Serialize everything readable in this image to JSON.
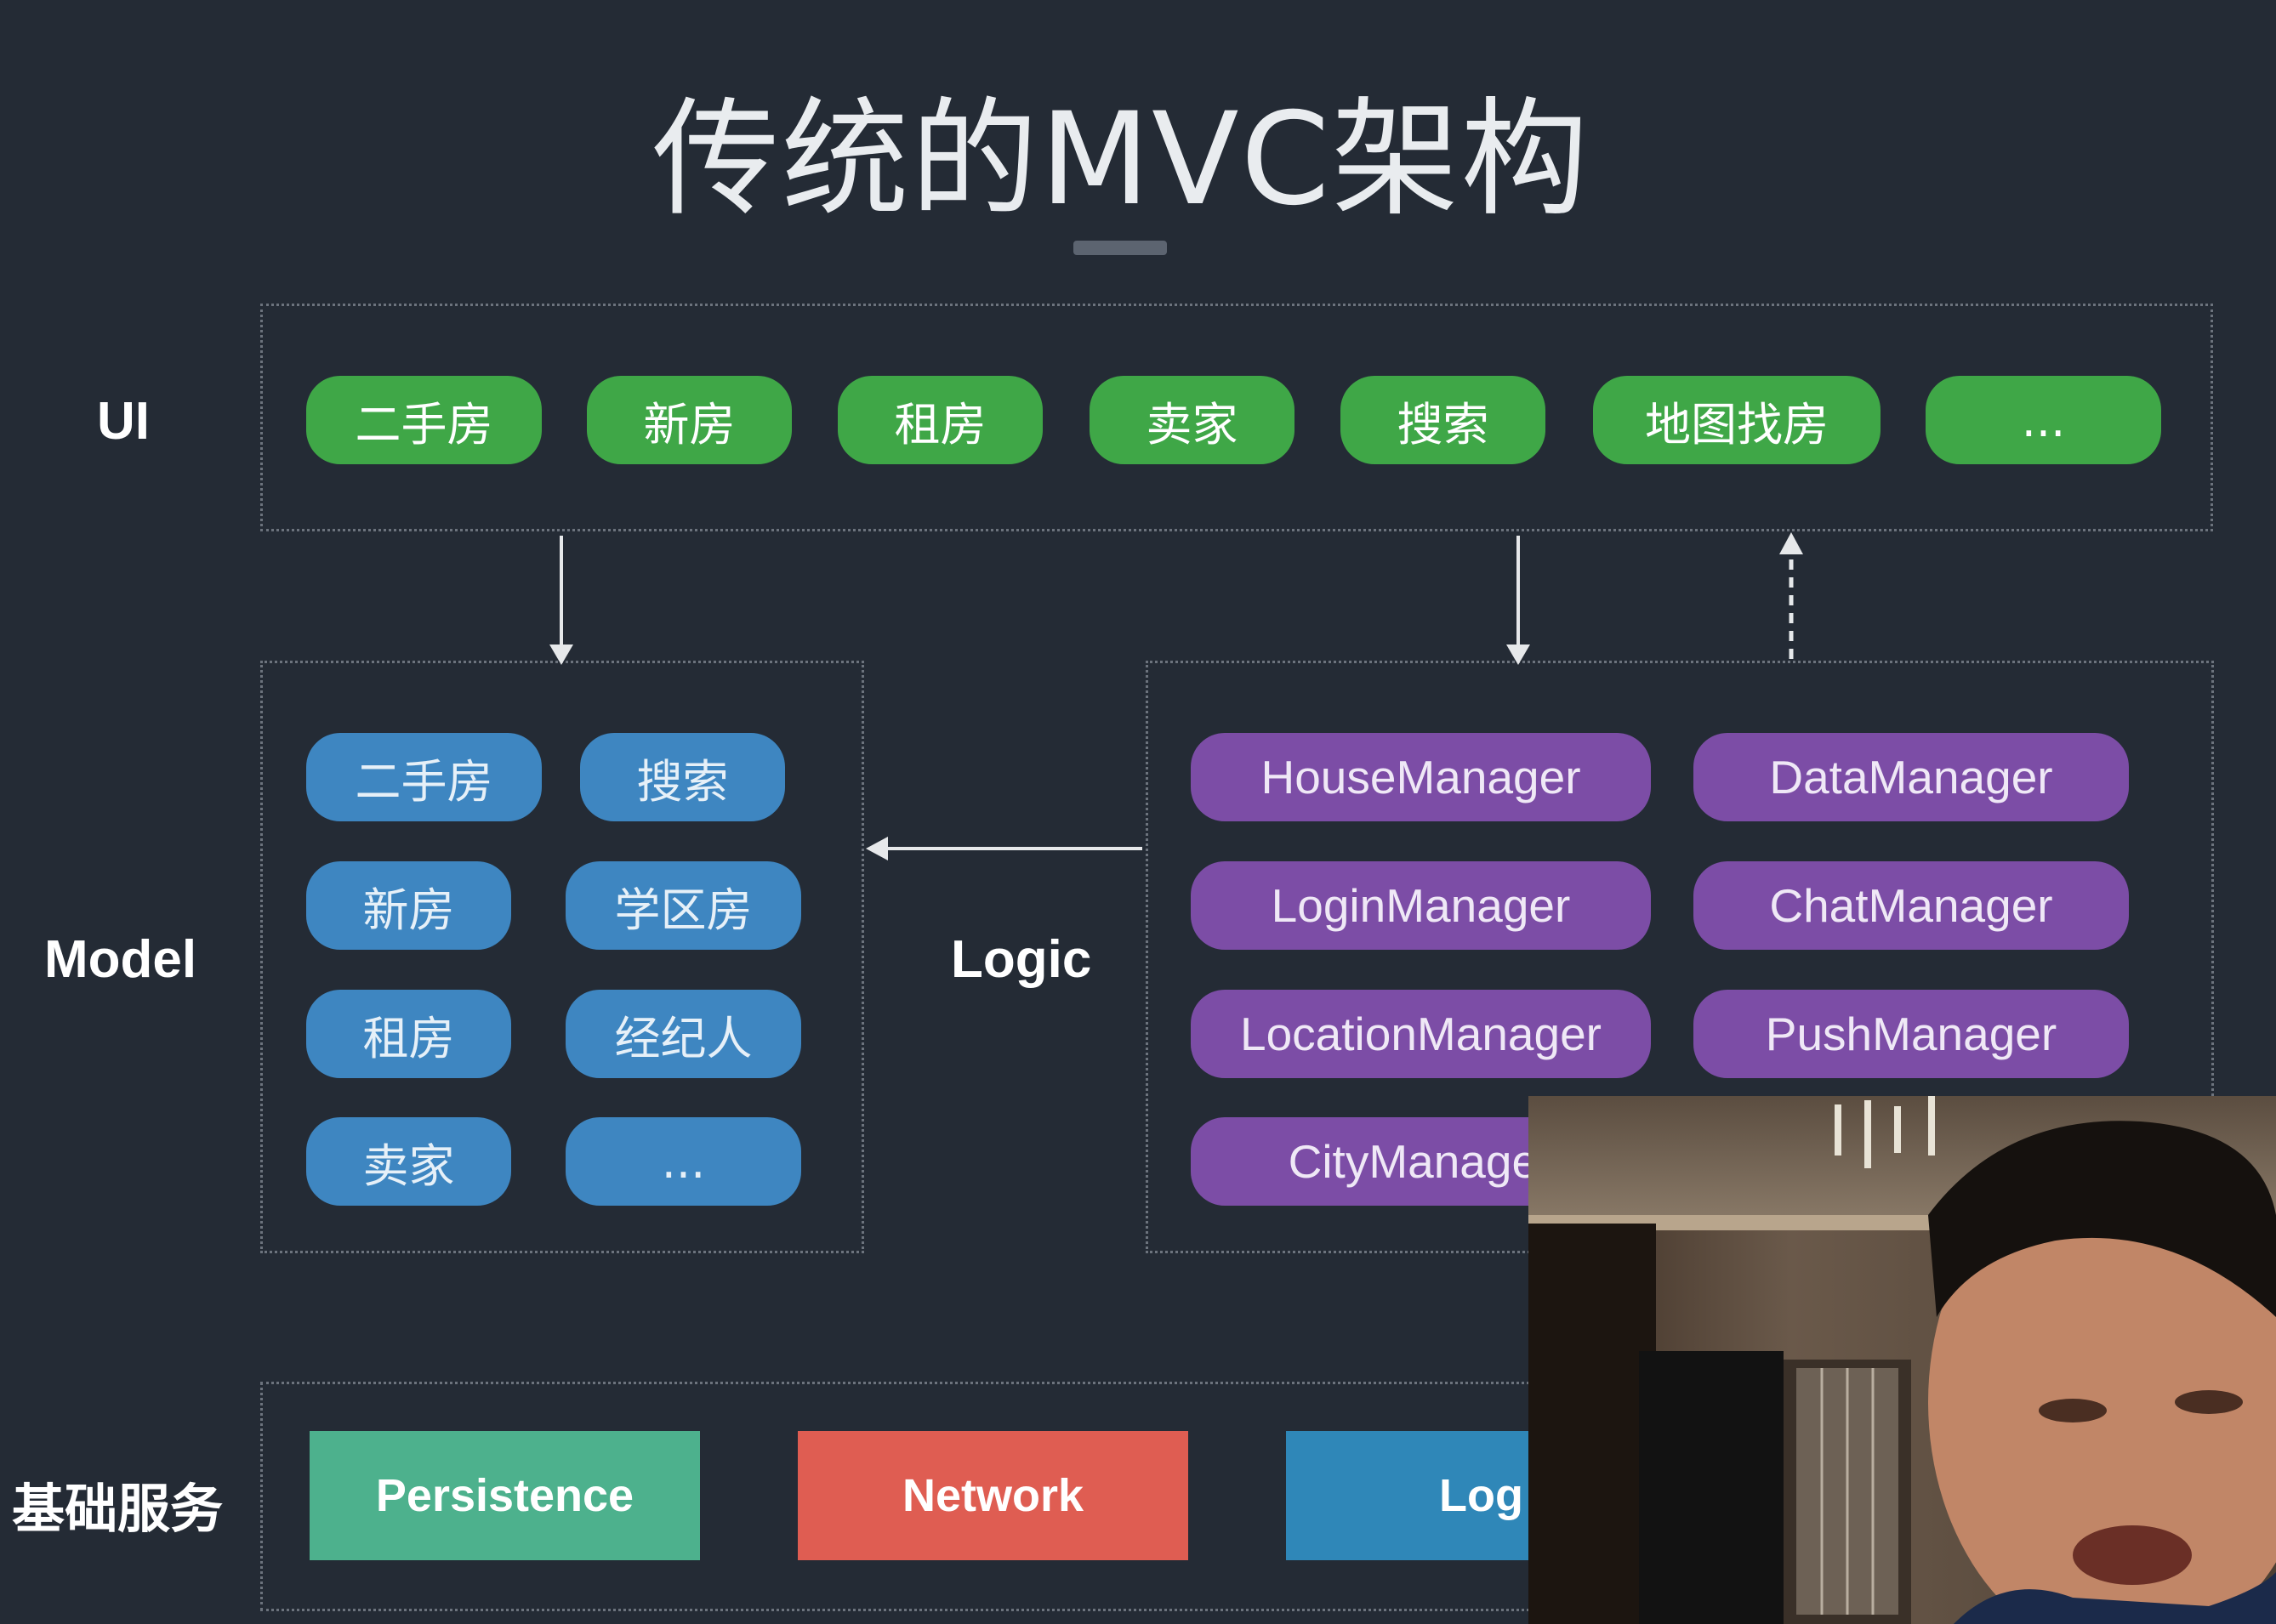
{
  "title": "传统的MVC架构",
  "layers": {
    "ui": "UI",
    "model": "Model",
    "logic": "Logic",
    "base": "基础服务"
  },
  "ui_modules": [
    "二手房",
    "新房",
    "租房",
    "卖家",
    "搜索",
    "地图找房",
    "..."
  ],
  "model_modules": [
    "二手房",
    "搜索",
    "新房",
    "学区房",
    "租房",
    "经纪人",
    "卖家",
    "..."
  ],
  "logic_managers": [
    "HouseManager",
    "DataManager",
    "LoginManager",
    "ChatManager",
    "LocationManager",
    "PushManager",
    "CityManager"
  ],
  "base_services": [
    {
      "label": "Persistence",
      "color": "#4db18d"
    },
    {
      "label": "Network",
      "color": "#df5d52"
    },
    {
      "label": "Log",
      "color": "#2f87b8"
    }
  ],
  "colors": {
    "background": "#242b35",
    "ui_pill": "#3fa747",
    "model_pill": "#3e86c1",
    "logic_pill": "#7c4da6"
  }
}
